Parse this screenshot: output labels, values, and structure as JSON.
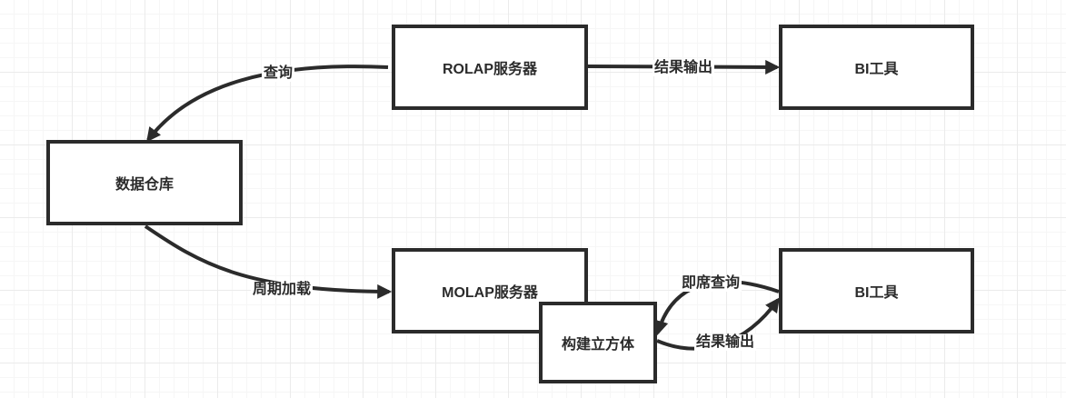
{
  "nodes": {
    "rolap_server": "ROLAP服务器",
    "bi_tool_top": "BI工具",
    "data_warehouse": "数据仓库",
    "molap_server": "MOLAP服务器",
    "bi_tool_bottom": "BI工具",
    "build_cube": "构建立方体"
  },
  "edges": {
    "query": "查询",
    "result_output_top": "结果输出",
    "periodic_load": "周期加载",
    "adhoc_query": "即席查询",
    "result_output_bottom": "结果输出"
  },
  "colors": {
    "stroke": "#2b2b2b",
    "grid": "#ebebeb",
    "background": "#ffffff"
  }
}
